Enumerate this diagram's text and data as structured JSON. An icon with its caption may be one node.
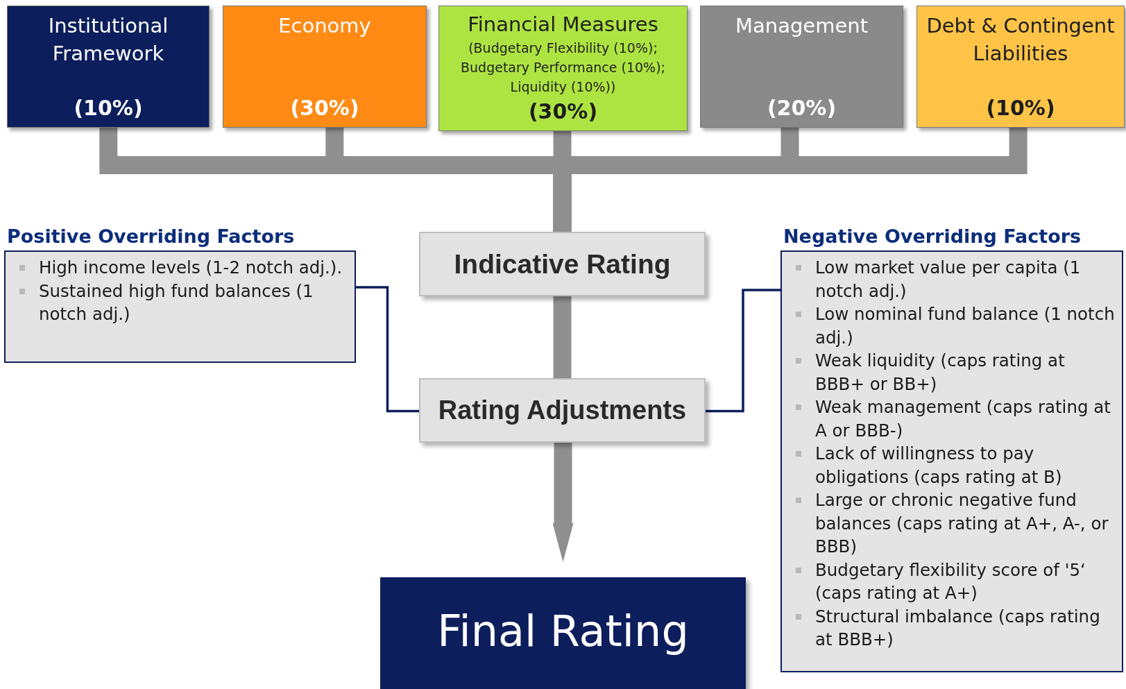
{
  "diagram": {
    "nodes": [
      {
        "text": [
          "Institutional Framework",
          "(10%)"
        ]
      },
      {
        "text": [
          "Economy",
          "(30%)"
        ]
      },
      {
        "text": [
          "Financial Measures",
          "(Budgetary Flexibility (10%); Budgetary Performance (10%); Liquidity (10%))",
          "(30%)"
        ]
      },
      {
        "text": [
          "Management",
          "(20%)"
        ]
      },
      {
        "text": [
          "Debt & Contingent Liabilities",
          "(10%)"
        ]
      },
      {
        "text": [
          "Indicative Rating"
        ]
      },
      {
        "text": [
          "Positive Overriding Factors",
          "High income levels (1-2 notch adj.).",
          "Sustained high fund balances (1 notch adj.)"
        ]
      },
      {
        "text": [
          "Rating Adjustments"
        ]
      },
      {
        "text": [
          "Negative Overriding Factors",
          "Low market value per capita (1 notch adj.)",
          "Low nominal fund balance (1 notch adj.)",
          "Weak liquidity (caps rating at BBB+ or BB+)",
          "Weak management (caps rating at A or BBB-)",
          "Lack of willingness to pay obligations (caps rating at B)",
          "Large or chronic negative fund balances (caps rating at A+, A-, or BBB)",
          "Budgetary flexibility score of '5‘ (caps rating at A+)",
          "Structural imbalance (caps rating at BBB+)"
        ]
      },
      {
        "text": [
          "Final Rating"
        ]
      }
    ],
    "edges": [
      {
        "from": 0,
        "to": 5,
        "arrow": "none"
      },
      {
        "from": 1,
        "to": 5,
        "arrow": "none"
      },
      {
        "from": 2,
        "to": 5,
        "arrow": "none"
      },
      {
        "from": 3,
        "to": 5,
        "arrow": "none"
      },
      {
        "from": 4,
        "to": 5,
        "arrow": "none"
      },
      {
        "from": 5,
        "to": 7,
        "arrow": "none"
      },
      {
        "from": 7,
        "to": 9,
        "arrow": "to"
      },
      {
        "from": 6,
        "to": 7,
        "arrow": "none",
        "color": "#0c1e5b"
      },
      {
        "from": 8,
        "to": 7,
        "arrow": "none",
        "color": "#0c1e5b"
      }
    ]
  }
}
